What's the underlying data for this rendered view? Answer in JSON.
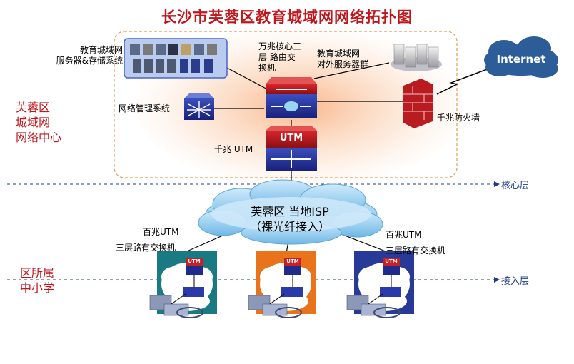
{
  "title": "长沙市芙蓉区教育城域网网络拓扑图",
  "side_labels": {
    "center": [
      "芙蓉区",
      "城域网",
      "网络中心"
    ],
    "schools": [
      "区所属",
      "中小学"
    ]
  },
  "layers": {
    "core": "核心层",
    "access": "接入层"
  },
  "nodes": {
    "servers_storage": [
      "教育城域网",
      "服务器&存储系统"
    ],
    "core_switch": [
      "万兆核心三",
      "层 路由交",
      "换机"
    ],
    "external_servers": [
      "教育城域网",
      "对外服务器群"
    ],
    "internet": "Internet",
    "nms": "网络管理系统",
    "firewall": "千兆防火墙",
    "utm_gigabit": "千兆 UTM",
    "isp": [
      "芙蓉区 当地ISP",
      "（裸光纤接入）"
    ],
    "school_left": [
      "百兆UTM",
      "三层路有交换机"
    ],
    "school_right": [
      "百兆UTM",
      "三层路有交换机"
    ]
  },
  "device_text": {
    "utm": "UTM"
  },
  "colors": {
    "title": "#c0161c",
    "layer_text": "#1f3d8c",
    "zone_border": "#e89a55",
    "school_left": "#1a7a84",
    "school_mid": "#e8731a",
    "school_right": "#283a98"
  }
}
